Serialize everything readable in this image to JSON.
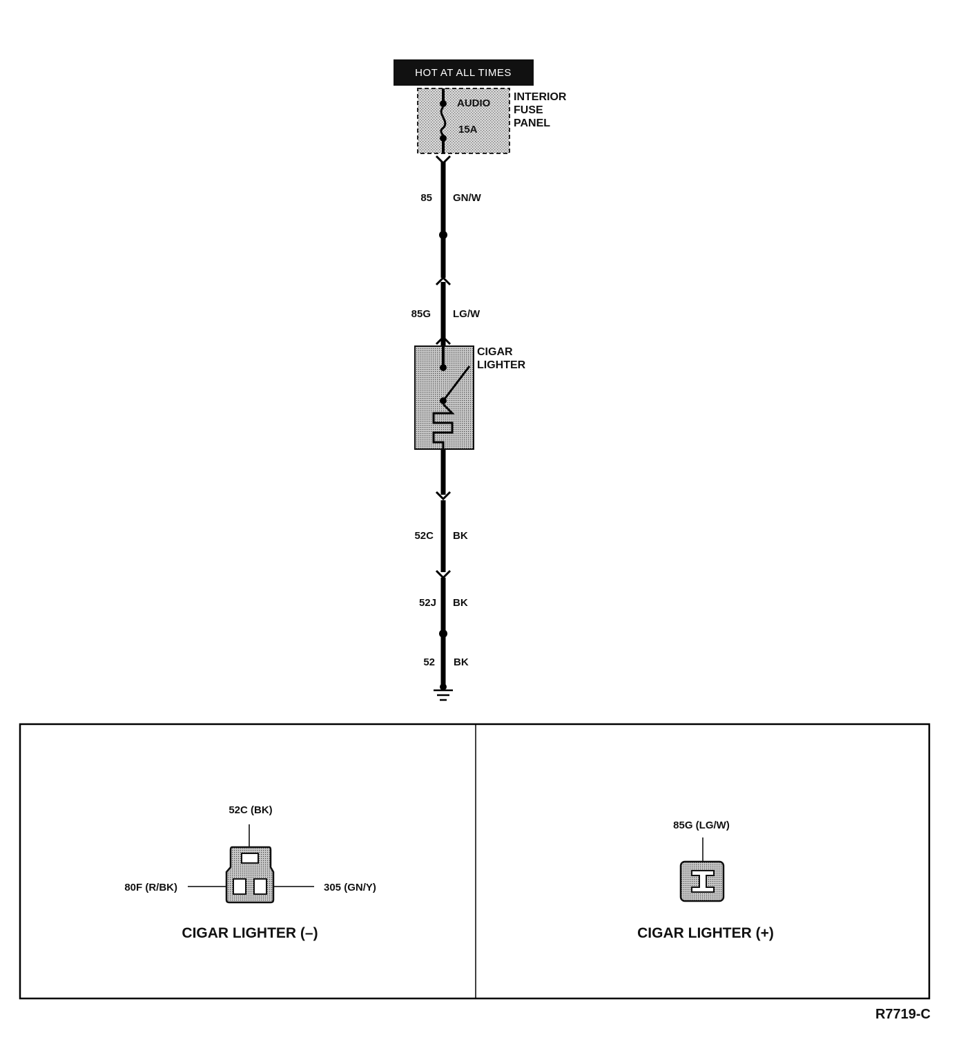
{
  "header": {
    "power_banner": "HOT AT ALL TIMES"
  },
  "fuse_panel": {
    "name_lines": [
      "INTERIOR",
      "FUSE",
      "PANEL"
    ],
    "fuse_name": "AUDIO",
    "fuse_rating": "15A"
  },
  "wires": [
    {
      "circuit": "85",
      "color": "GN/W"
    },
    {
      "circuit": "85G",
      "color": "LG/W"
    },
    {
      "circuit": "52C",
      "color": "BK"
    },
    {
      "circuit": "52J",
      "color": "BK"
    },
    {
      "circuit": "52",
      "color": "BK"
    }
  ],
  "component": {
    "name_lines": [
      "CIGAR",
      "LIGHTER"
    ]
  },
  "connectors": {
    "negative": {
      "title": "CIGAR LIGHTER (–)",
      "top_label": "52C (BK)",
      "left_label": "80F (R/BK)",
      "right_label": "305 (GN/Y)"
    },
    "positive": {
      "title": "CIGAR LIGHTER (+)",
      "top_label": "85G (LG/W)"
    }
  },
  "figure_id": "R7719-C",
  "icons": [
    "fuse-icon",
    "splice-icon",
    "ground-icon",
    "switch-icon",
    "heating-element-icon",
    "connector-icon"
  ]
}
